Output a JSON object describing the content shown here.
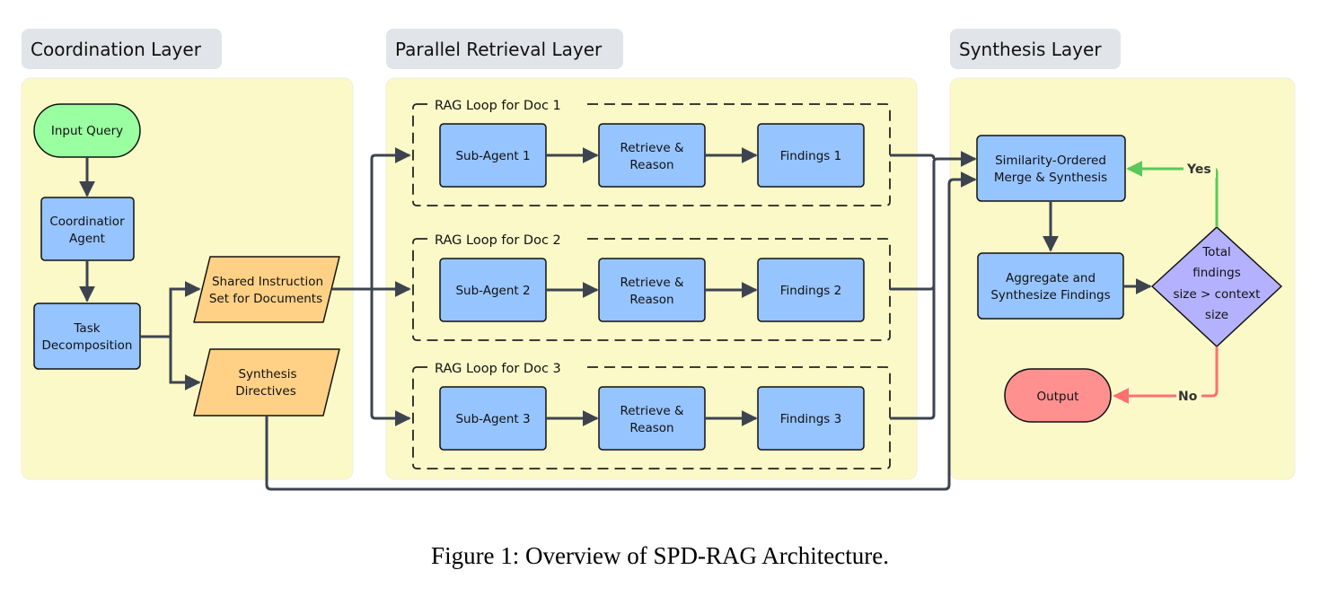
{
  "colors": {
    "layer_bg": "#fcf9c8",
    "layer_title_bg": "#e1e4e8",
    "process_fill": "#96c4ff",
    "data_fill": "#ffd186",
    "start_fill": "#9affa0",
    "end_fill": "#ff9090",
    "decision_fill": "#b4b2ff",
    "edge": "#3d4450",
    "yes_edge": "#5ac85a",
    "no_edge": "#ff7070"
  },
  "layers": {
    "coordination": {
      "title": "Coordination Layer"
    },
    "retrieval": {
      "title": "Parallel Retrieval Layer"
    },
    "synthesis": {
      "title": "Synthesis Layer"
    }
  },
  "nodes": {
    "input_query": {
      "lines": [
        "Input Query"
      ]
    },
    "coordinator_agent": {
      "lines": [
        "Coordinatior",
        "Agent"
      ]
    },
    "task_decomposition": {
      "lines": [
        "Task",
        "Decomposition"
      ]
    },
    "shared_instruction": {
      "lines": [
        "Shared Instruction",
        "Set for Documents"
      ]
    },
    "synthesis_directives": {
      "lines": [
        "Synthesis",
        "Directives"
      ]
    },
    "merge_synthesis": {
      "lines": [
        "Similarity-Ordered",
        "Merge & Synthesis"
      ]
    },
    "aggregate": {
      "lines": [
        "Aggregate and",
        "Synthesize Findings"
      ]
    },
    "decision": {
      "lines": [
        "Total",
        "findings",
        "size > context",
        "size"
      ]
    },
    "output": {
      "lines": [
        "Output"
      ]
    }
  },
  "rag_loops": [
    {
      "title": "RAG Loop for Doc 1",
      "sub_agent": "Sub-Agent 1",
      "retrieve": [
        "Retrieve &",
        "Reason"
      ],
      "findings": "Findings 1"
    },
    {
      "title": "RAG Loop for Doc 2",
      "sub_agent": "Sub-Agent 2",
      "retrieve": [
        "Retrieve &",
        "Reason"
      ],
      "findings": "Findings 2"
    },
    {
      "title": "RAG Loop for Doc 3",
      "sub_agent": "Sub-Agent 3",
      "retrieve": [
        "Retrieve &",
        "Reason"
      ],
      "findings": "Findings 3"
    }
  ],
  "edge_labels": {
    "yes": "Yes",
    "no": "No"
  },
  "caption": "Figure 1: Overview of SPD-RAG Architecture."
}
